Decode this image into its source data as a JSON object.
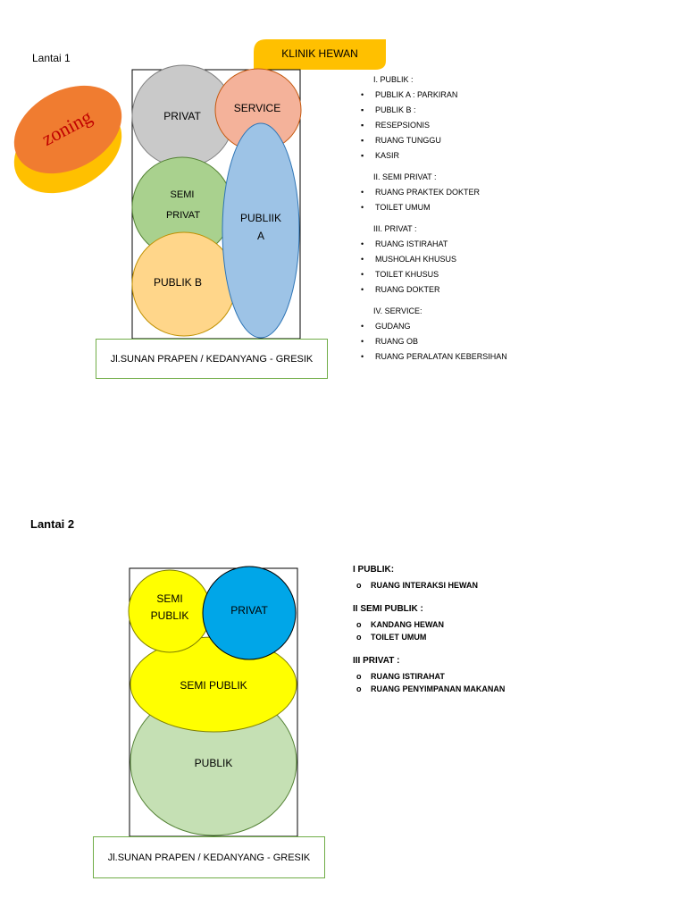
{
  "lantai1_label": "Lantai 1",
  "lantai2_label": "Lantai 2",
  "title_banner": "KLINIK HEWAN",
  "logo_text": "zoning",
  "floor1": {
    "zones": {
      "privat": "PRIVAT",
      "service": "SERVICE",
      "semi_line1": "SEMI",
      "semi_line2": "PRIVAT",
      "publik_a_line1": "PUBLIIK",
      "publik_a_line2": "A",
      "publik_b": "PUBLIK B"
    },
    "road": "Jl.SUNAN PRAPEN / KEDANYANG - GRESIK",
    "legend": [
      {
        "heading": "I. PUBLIK :",
        "items": [
          "PUBLIK A : PARKIRAN",
          "PUBLIK B :",
          "RESEPSIONIS",
          "RUANG TUNGGU",
          "KASIR"
        ]
      },
      {
        "heading": "II. SEMI PRIVAT :",
        "items": [
          "RUANG PRAKTEK DOKTER",
          "TOILET UMUM"
        ]
      },
      {
        "heading": "III. PRIVAT :",
        "items": [
          "RUANG ISTIRAHAT",
          "MUSHOLAH KHUSUS",
          "TOILET KHUSUS",
          "RUANG DOKTER"
        ]
      },
      {
        "heading": "IV. SERVICE:",
        "items": [
          "GUDANG",
          "RUANG OB",
          "RUANG PERALATAN KEBERSIHAN"
        ]
      }
    ]
  },
  "floor2": {
    "zones": {
      "semi_small_line1": "SEMI",
      "semi_small_line2": "PUBLIK",
      "privat": "PRIVAT",
      "semi_publik": "SEMI PUBLIK",
      "publik": "PUBLIK"
    },
    "road": "Jl.SUNAN PRAPEN / KEDANYANG - GRESIK",
    "legend": [
      {
        "heading": "I PUBLIK:",
        "items": [
          "RUANG INTERAKSI HEWAN"
        ]
      },
      {
        "heading": "II SEMI PUBLIK :",
        "items": [
          "KANDANG HEWAN",
          "TOILET UMUM"
        ]
      },
      {
        "heading": "III PRIVAT :",
        "items": [
          "RUANG ISTIRAHAT",
          "RUANG PENYIMPANAN MAKANAN"
        ]
      }
    ]
  },
  "colors": {
    "privat1": "#c9c9c9",
    "service": "#f4b29a",
    "semi_privat": "#a9d18e",
    "publik_a": "#9dc3e6",
    "publik_b": "#ffd68a",
    "banner": "#ffc000",
    "logo_top": "#f07c30",
    "logo_bottom": "#ffc000",
    "yellow": "#ffff00",
    "privat2": "#00a6e8",
    "publik2": "#c5e0b4"
  },
  "bullets": {
    "floor1": "▪",
    "floor1_round": "•",
    "floor2": "o"
  }
}
